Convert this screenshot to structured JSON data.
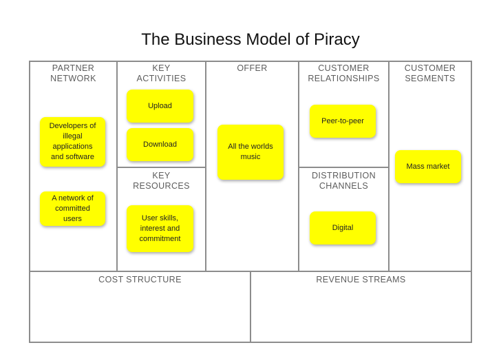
{
  "title": "The Business Model of Piracy",
  "sections": {
    "partner_network": "PARTNER\nNETWORK",
    "key_activities": "KEY\nACTIVITIES",
    "offer": "OFFER",
    "customer_relationships": "CUSTOMER\nRELATIONSHIPS",
    "customer_segments": "CUSTOMER\nSEGMENTS",
    "key_resources": "KEY\nRESOURCES",
    "distribution_channels": "DISTRIBUTION\nCHANNELS",
    "cost_structure": "COST STRUCTURE",
    "revenue_streams": "REVENUE STREAMS"
  },
  "notes": {
    "developers": "Developers of\nillegal\napplications\nand software",
    "network": "A network of\ncommitted\nusers",
    "upload": "Upload",
    "download": "Download",
    "user_skills": "User skills,\ninterest and\ncommitment",
    "all_music": "All the worlds\nmusic",
    "peer_to_peer": "Peer-to-peer",
    "digital": "Digital",
    "mass_market": "Mass market"
  },
  "colors": {
    "note": "#ffff00",
    "grid_line": "#8c8c8c",
    "label_text": "#5c5c5c"
  }
}
